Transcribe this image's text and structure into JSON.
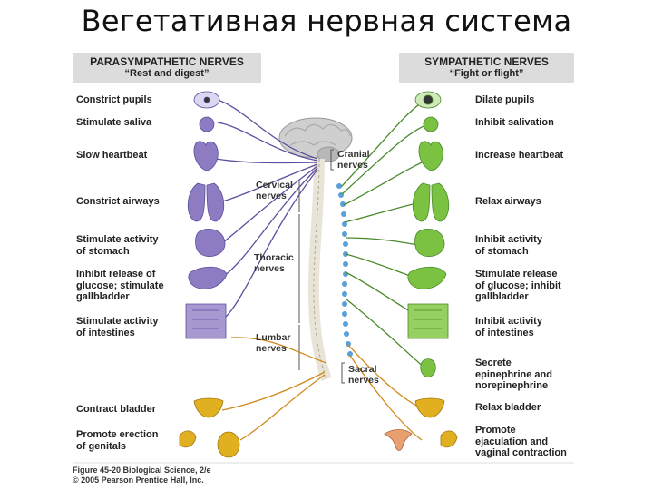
{
  "slide_title": "Вегетативная нервная система",
  "parasympathetic": {
    "title": "PARASYMPATHETIC NERVES",
    "subtitle": "“Rest and digest”",
    "effects": [
      "Constrict pupils",
      "Stimulate saliva",
      "Slow heartbeat",
      "Constrict airways",
      "Stimulate activity\nof stomach",
      "Inhibit release of\nglucose; stimulate\ngallbladder",
      "Stimulate activity\nof intestines",
      "Contract bladder",
      "Promote erection\nof genitals"
    ]
  },
  "sympathetic": {
    "title": "SYMPATHETIC NERVES",
    "subtitle": "“Fight or flight”",
    "effects": [
      "Dilate pupils",
      "Inhibit salivation",
      "Increase heartbeat",
      "Relax airways",
      "Inhibit activity\nof stomach",
      "Stimulate release\nof glucose; inhibit\ngallbladder",
      "Inhibit activity\nof intestines",
      "Secrete\nepinephrine and\nnorepinephrine",
      "Relax bladder",
      "Promote\nejaculation and\nvaginal contraction"
    ]
  },
  "nerve_groups": {
    "cranial": "Cranial\nnerves",
    "cervical": "Cervical\nnerves",
    "thoracic": "Thoracic\nnerves",
    "lumbar": "Lumbar\nnerves",
    "sacral": "Sacral\nnerves"
  },
  "caption": "Figure 45-20 Biological Science, 2/e\n© 2005 Pearson Prentice Hall, Inc.",
  "colors": {
    "parasympathetic_organs": "#8e7cc3",
    "sympathetic_organs": "#7cc242",
    "parasympathetic_nerve": "#5a4e9e",
    "sympathetic_nerve": "#4a8a2a",
    "sacral_nerve": "#d08a1a",
    "reproductive_organs": "#e0b020"
  }
}
